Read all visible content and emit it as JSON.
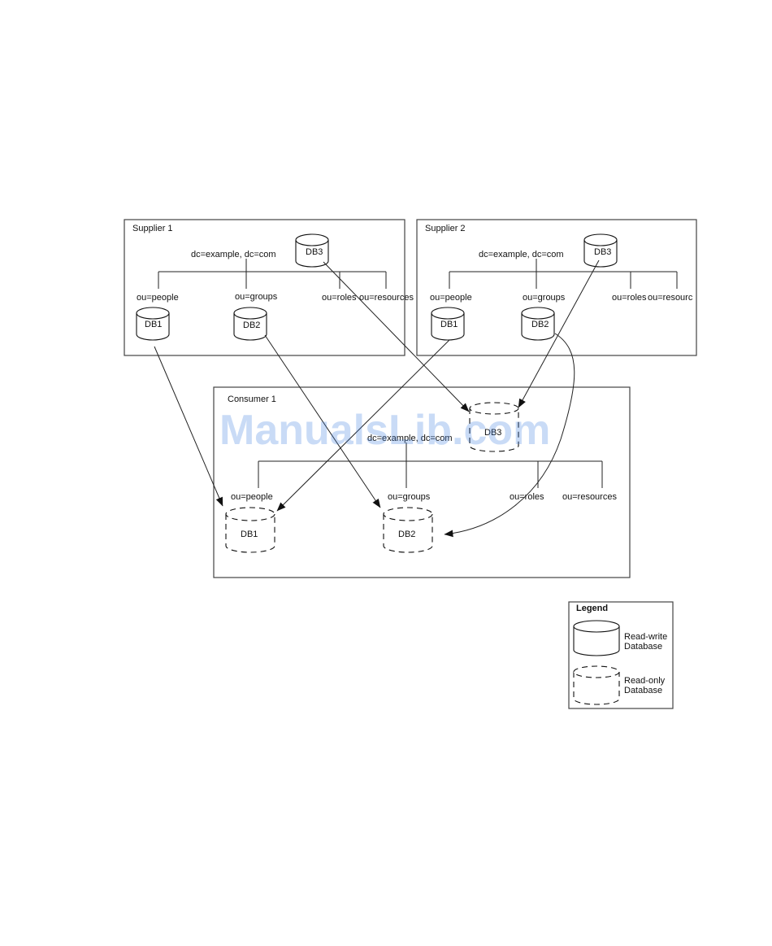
{
  "supplier1": {
    "title": "Supplier 1",
    "root": "dc=example, dc=com",
    "db_root": "DB3",
    "branches": [
      "ou=people",
      "ou=groups",
      "ou=roles",
      "ou=resources"
    ],
    "db_people": "DB1",
    "db_groups": "DB2"
  },
  "supplier2": {
    "title": "Supplier 2",
    "root": "dc=example, dc=com",
    "db_root": "DB3",
    "branches": [
      "ou=people",
      "ou=groups",
      "ou=roles",
      "ou=resourc"
    ],
    "db_people": "DB1",
    "db_groups": "DB2"
  },
  "consumer1": {
    "title": "Consumer 1",
    "root": "dc=example, dc=com",
    "db_root": "DB3",
    "branches": [
      "ou=people",
      "ou=groups",
      "ou=roles",
      "ou=resources"
    ],
    "db_people": "DB1",
    "db_groups": "DB2"
  },
  "legend": {
    "title": "Legend",
    "rw_line1": "Read-write",
    "rw_line2": "Database",
    "ro_line1": "Read-only",
    "ro_line2": "Database"
  },
  "watermark": "ManualsLib.com"
}
